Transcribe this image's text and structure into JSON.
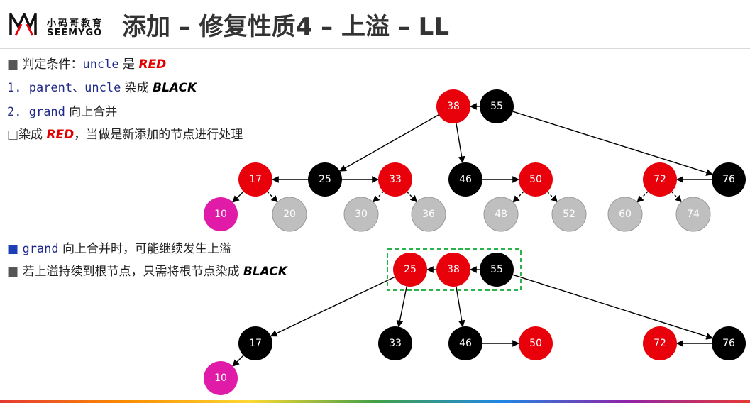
{
  "logo": {
    "cn": "小码哥教育",
    "en": "SEEMYGO"
  },
  "title": "添加 – 修复性质4 – 上溢 – LL",
  "rules": {
    "line1": {
      "prefix": "判定条件：",
      "code": "uncle",
      "mid": " 是 ",
      "emph": "RED"
    },
    "line2": {
      "num": "1. ",
      "code": "parent、uncle",
      "mid": " 染成 ",
      "emph": "BLACK"
    },
    "line3": {
      "num": "2. ",
      "code": "grand",
      "mid": " 向上合并"
    },
    "line4": {
      "prefix": "染成 ",
      "emph": "RED",
      "suffix": "，当做是新添加的节点进行处理"
    }
  },
  "notes": {
    "note1": {
      "code": "grand",
      "text": " 向上合并时，可能继续发生上溢"
    },
    "note2": {
      "text": "若上溢持续到根节点，只需将根节点染成 ",
      "emph": "BLACK"
    }
  },
  "colors": {
    "red": "#e8000b",
    "black": "#000000",
    "magenta": "#e01ba8",
    "gray": "#bfbfbf",
    "dashed_box": "#2bb24c"
  },
  "trees": [
    {
      "nodes": [
        {
          "key": "38",
          "color": "red"
        },
        {
          "key": "55",
          "color": "black"
        },
        {
          "key": "17",
          "color": "red"
        },
        {
          "key": "25",
          "color": "black"
        },
        {
          "key": "33",
          "color": "red"
        },
        {
          "key": "46",
          "color": "black"
        },
        {
          "key": "50",
          "color": "red"
        },
        {
          "key": "72",
          "color": "red"
        },
        {
          "key": "76",
          "color": "black"
        },
        {
          "key": "10",
          "color": "magenta"
        },
        {
          "key": "20",
          "color": "gray"
        },
        {
          "key": "30",
          "color": "gray"
        },
        {
          "key": "36",
          "color": "gray"
        },
        {
          "key": "48",
          "color": "gray"
        },
        {
          "key": "52",
          "color": "gray"
        },
        {
          "key": "60",
          "color": "gray"
        },
        {
          "key": "74",
          "color": "gray"
        }
      ]
    },
    {
      "nodes": [
        {
          "key": "25",
          "color": "red"
        },
        {
          "key": "38",
          "color": "red"
        },
        {
          "key": "55",
          "color": "black"
        },
        {
          "key": "17",
          "color": "black"
        },
        {
          "key": "33",
          "color": "black"
        },
        {
          "key": "46",
          "color": "black"
        },
        {
          "key": "50",
          "color": "red"
        },
        {
          "key": "72",
          "color": "red"
        },
        {
          "key": "76",
          "color": "black"
        },
        {
          "key": "10",
          "color": "magenta"
        }
      ]
    }
  ]
}
